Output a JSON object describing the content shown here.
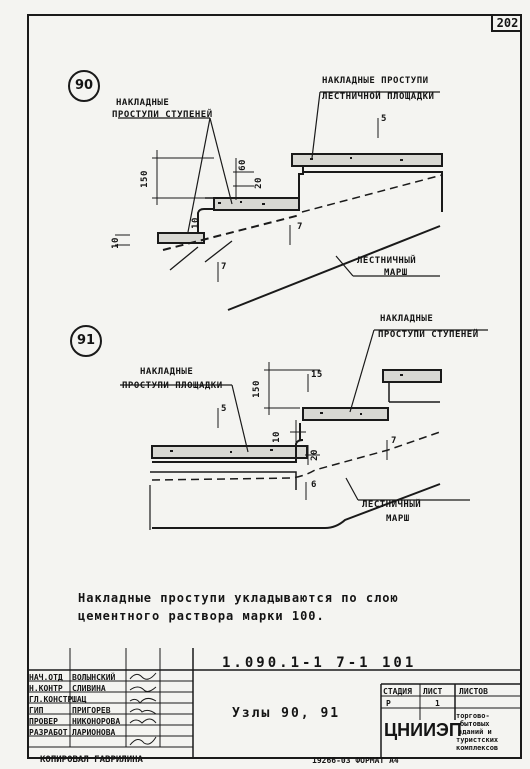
{
  "page": {
    "stamp": "",
    "sheet_number": "202"
  },
  "node90": {
    "number": "90",
    "label_steps": [
      "НАКЛАДНЫЕ",
      "ПРОСТУПИ СТУПЕНЕЙ"
    ],
    "label_landing": [
      "НАКЛАДНЫЕ ПРОСТУПИ",
      "ЛЕСТНИЧНОЙ ПЛОЩАДКИ"
    ],
    "label_flight": [
      "ЛЕСТНИЧНЫЙ",
      "МАРШ"
    ],
    "dims": {
      "d150": "150",
      "d60": "60",
      "d20": "20",
      "d10a": "10",
      "d10b": "10"
    },
    "marks": {
      "m5": "5",
      "m7a": "7",
      "m7b": "7"
    }
  },
  "node91": {
    "number": "91",
    "label_steps": [
      "НАКЛАДНЫЕ",
      "ПРОСТУПИ СТУПЕНЕЙ"
    ],
    "label_landing": [
      "НАКЛАДНЫЕ",
      "ПРОСТУПИ ПЛОЩАДКИ"
    ],
    "label_flight": [
      "ЛЕСТНИЧНЫЙ",
      "МАРШ"
    ],
    "dims": {
      "d150": "150",
      "d10": "10",
      "d20": "20"
    },
    "marks": {
      "m5": "5",
      "m15": "15",
      "m7": "7",
      "m6": "6"
    }
  },
  "note": {
    "line1": "Накладные проступи укладываются по слою",
    "line2": "цементного раствора марки 100."
  },
  "titleblock": {
    "series": "1.090.1-1   7-1  101",
    "title": "Узлы  90, 91",
    "roles": [
      "НАЧ.ОТД",
      "Н.КОНТР",
      "ГЛ.КОНСТР",
      "ГИП",
      "ПРОВЕР",
      "РАЗРАБОТ"
    ],
    "names": [
      "ВОЛЫНСКИЙ",
      "СЛИВИНА",
      "ШАЦ",
      "ПРИГОРЕВ",
      "НИКОНОРОВА",
      "ЛАРИОНОВА"
    ],
    "stage_header": "СТАДИЯ",
    "sheet_header": "ЛИСТ",
    "sheets_header": "ЛИСТОВ",
    "stage": "Р",
    "sheet": "1",
    "sheets": "",
    "org": "ЦНИИЭП",
    "org_sub": [
      "торгово-",
      "бытовых",
      "зданий и",
      "туристских",
      "комплексов"
    ],
    "copied": "КОПИРОВАЛ  ГАВРИЛИНА",
    "bottom_code": "19266-03   ФОРМАТ А4"
  }
}
